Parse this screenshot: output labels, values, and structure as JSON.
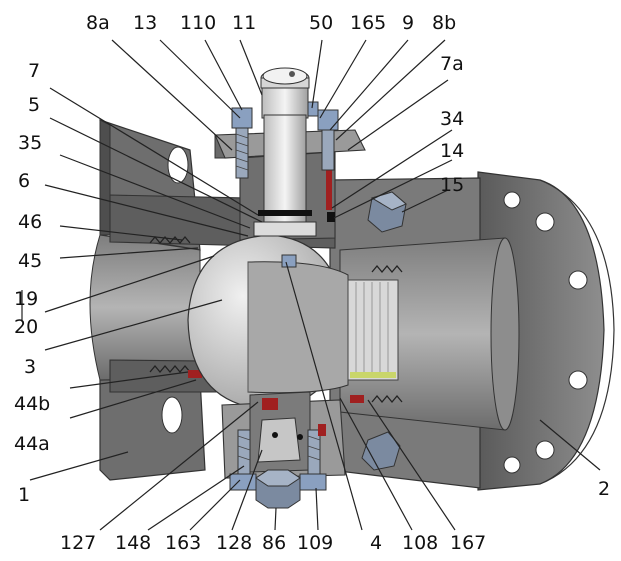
{
  "diagram": {
    "labels": [
      {
        "id": "8a",
        "text": "8a"
      },
      {
        "id": "13",
        "text": "13"
      },
      {
        "id": "110",
        "text": "110"
      },
      {
        "id": "11",
        "text": "11"
      },
      {
        "id": "50",
        "text": "50"
      },
      {
        "id": "165",
        "text": "165"
      },
      {
        "id": "9",
        "text": "9"
      },
      {
        "id": "8b",
        "text": "8b"
      },
      {
        "id": "7",
        "text": "7"
      },
      {
        "id": "7a",
        "text": "7a"
      },
      {
        "id": "5",
        "text": "5"
      },
      {
        "id": "34",
        "text": "34"
      },
      {
        "id": "35",
        "text": "35"
      },
      {
        "id": "14",
        "text": "14"
      },
      {
        "id": "6",
        "text": "6"
      },
      {
        "id": "15",
        "text": "15"
      },
      {
        "id": "46",
        "text": "46"
      },
      {
        "id": "45",
        "text": "45"
      },
      {
        "id": "19",
        "text": "19"
      },
      {
        "id": "20",
        "text": "20"
      },
      {
        "id": "3",
        "text": "3"
      },
      {
        "id": "44b",
        "text": "44b"
      },
      {
        "id": "44a",
        "text": "44a"
      },
      {
        "id": "1",
        "text": "1"
      },
      {
        "id": "2",
        "text": "2"
      },
      {
        "id": "127",
        "text": "127"
      },
      {
        "id": "148",
        "text": "148"
      },
      {
        "id": "163",
        "text": "163"
      },
      {
        "id": "128",
        "text": "128"
      },
      {
        "id": "86",
        "text": "86"
      },
      {
        "id": "109",
        "text": "109"
      },
      {
        "id": "4",
        "text": "4"
      },
      {
        "id": "108",
        "text": "108"
      },
      {
        "id": "167",
        "text": "167"
      }
    ],
    "colors": {
      "body_dark": "#5c5c5c",
      "body_mid": "#8a8a8a",
      "body_light": "#b9b9b9",
      "bore": "#9a9a9a",
      "ball": "#d2d2d2",
      "stem": "#e6e6e6",
      "gasket_red": "#a02020",
      "seat_green": "#c9d66a",
      "leader": "#222222"
    }
  }
}
